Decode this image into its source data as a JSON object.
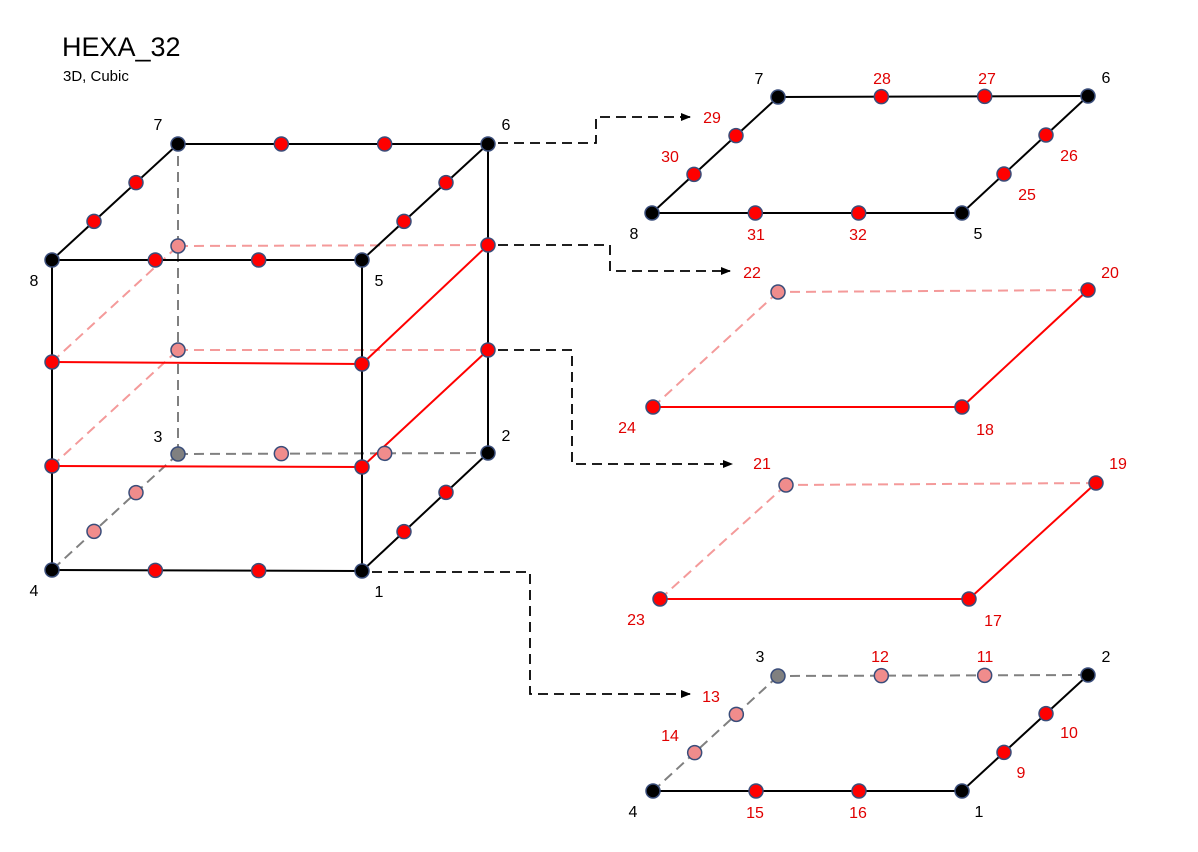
{
  "title": "HEXA_32",
  "subtitle": "3D, Cubic",
  "colors": {
    "corner_node": "#000000",
    "edge_node_solid": "#ff0000",
    "edge_node_hidden": "#f08c8c",
    "hidden_corner": "#808080",
    "node_stroke": "#3a4d7a",
    "solid_line": "#000000",
    "mid_line": "#ff0000",
    "mid_hidden_line": "#f49a9a",
    "hidden_line": "#808080",
    "label_corner": "#000000",
    "label_mid": "#e00000"
  },
  "nodes": [
    {
      "id": "1",
      "label": "1"
    },
    {
      "id": "2",
      "label": "2"
    },
    {
      "id": "3",
      "label": "3"
    },
    {
      "id": "4",
      "label": "4"
    },
    {
      "id": "5",
      "label": "5"
    },
    {
      "id": "6",
      "label": "6"
    },
    {
      "id": "7",
      "label": "7"
    },
    {
      "id": "8",
      "label": "8"
    },
    {
      "id": "9",
      "label": "9"
    },
    {
      "id": "10",
      "label": "10"
    },
    {
      "id": "11",
      "label": "11"
    },
    {
      "id": "12",
      "label": "12"
    },
    {
      "id": "13",
      "label": "13"
    },
    {
      "id": "14",
      "label": "14"
    },
    {
      "id": "15",
      "label": "15"
    },
    {
      "id": "16",
      "label": "16"
    },
    {
      "id": "17",
      "label": "17"
    },
    {
      "id": "18",
      "label": "18"
    },
    {
      "id": "19",
      "label": "19"
    },
    {
      "id": "20",
      "label": "20"
    },
    {
      "id": "21",
      "label": "21"
    },
    {
      "id": "22",
      "label": "22"
    },
    {
      "id": "23",
      "label": "23"
    },
    {
      "id": "24",
      "label": "24"
    },
    {
      "id": "25",
      "label": "25"
    },
    {
      "id": "26",
      "label": "26"
    },
    {
      "id": "27",
      "label": "27"
    },
    {
      "id": "28",
      "label": "28"
    },
    {
      "id": "29",
      "label": "29"
    },
    {
      "id": "30",
      "label": "30"
    },
    {
      "id": "31",
      "label": "31"
    },
    {
      "id": "32",
      "label": "32"
    }
  ],
  "cube_labels": [
    "1",
    "2",
    "3",
    "4",
    "5",
    "6",
    "7",
    "8"
  ]
}
